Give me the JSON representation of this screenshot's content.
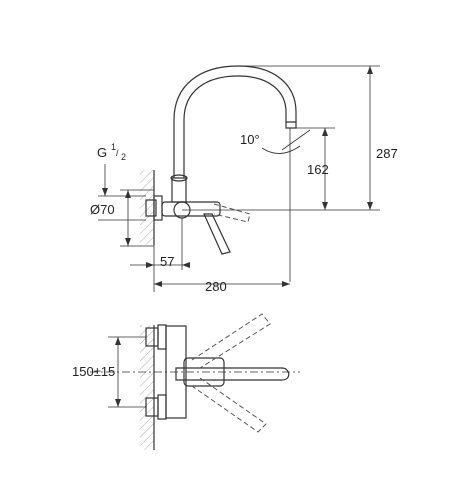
{
  "dimensions": {
    "angle": "10°",
    "height_outlet": "162",
    "height_total": "287",
    "thread_main": "G",
    "thread_num": "1",
    "thread_den": "2",
    "rosette_diameter": "Ø70",
    "wall_offset": "57",
    "spout_reach": "280",
    "center_distance": "150±15"
  },
  "colors": {
    "line": "#333333",
    "background": "#ffffff"
  }
}
